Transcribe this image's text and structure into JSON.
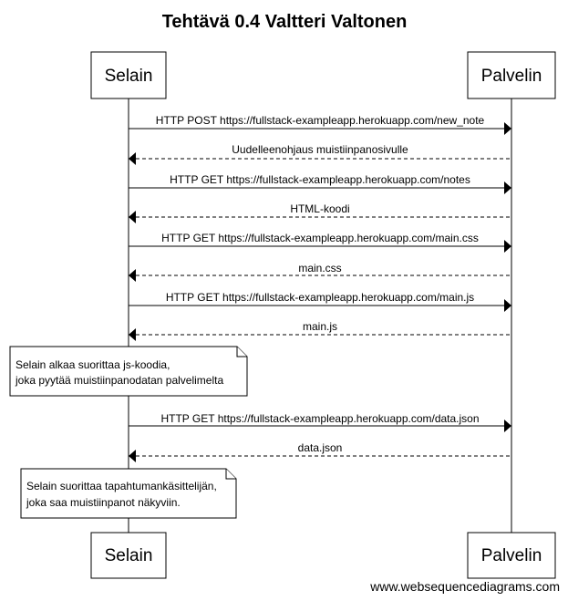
{
  "title": "Tehtävä 0.4 Valtteri Valtonen",
  "participants": [
    {
      "id": "selain",
      "label": "Selain"
    },
    {
      "id": "palvelin",
      "label": "Palvelin"
    }
  ],
  "messages": [
    {
      "label": "HTTP POST https://fullstack-exampleapp.herokuapp.com/new_note",
      "direction": "right",
      "style": "solid"
    },
    {
      "label": "Uudelleenohjaus muistiinpanosivulle",
      "direction": "left",
      "style": "dashed"
    },
    {
      "label": "HTTP GET https://fullstack-exampleapp.herokuapp.com/notes",
      "direction": "right",
      "style": "solid"
    },
    {
      "label": "HTML-koodi",
      "direction": "left",
      "style": "dashed"
    },
    {
      "label": "HTTP GET https://fullstack-exampleapp.herokuapp.com/main.css",
      "direction": "right",
      "style": "solid"
    },
    {
      "label": "main.css",
      "direction": "left",
      "style": "dashed"
    },
    {
      "label": "HTTP GET https://fullstack-exampleapp.herokuapp.com/main.js",
      "direction": "right",
      "style": "solid"
    },
    {
      "label": "main.js",
      "direction": "left",
      "style": "dashed"
    },
    {
      "label": "HTTP GET https://fullstack-exampleapp.herokuapp.com/data.json",
      "direction": "right",
      "style": "solid"
    },
    {
      "label": "data.json",
      "direction": "left",
      "style": "dashed"
    }
  ],
  "notes": [
    {
      "lines": [
        "Selain alkaa suorittaa js-koodia,",
        "joka pyytää muistiinpanodatan palvelimelta"
      ]
    },
    {
      "lines": [
        "Selain suorittaa tapahtumankäsittelijän,",
        "joka saa muistiinpanot näkyviin."
      ]
    }
  ],
  "footer": "www.websequencediagrams.com"
}
